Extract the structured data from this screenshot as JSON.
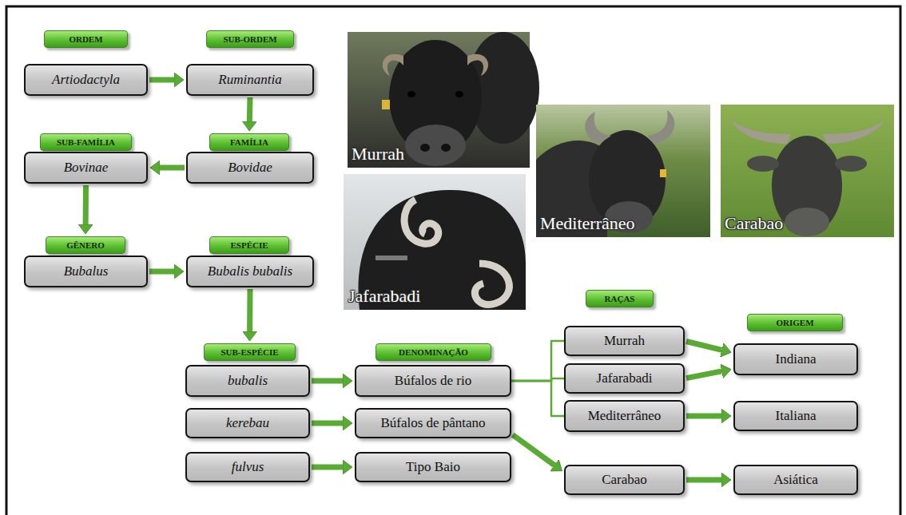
{
  "diagram": {
    "nodes": [
      {
        "text": [
          "ORDEM"
        ]
      },
      {
        "text": [
          "Artiodactyla"
        ]
      },
      {
        "text": [
          "SUB-ORDEM"
        ]
      },
      {
        "text": [
          "Ruminantia"
        ]
      },
      {
        "text": [
          "FAMÍLIA"
        ]
      },
      {
        "text": [
          "Bovidae"
        ]
      },
      {
        "text": [
          "SUB-FAMÍLIA"
        ]
      },
      {
        "text": [
          "Bovinae"
        ]
      },
      {
        "text": [
          "GÊNERO"
        ]
      },
      {
        "text": [
          "Bubalus"
        ]
      },
      {
        "text": [
          "ESPÉCIE"
        ]
      },
      {
        "text": [
          "Bubalis bubalis"
        ]
      },
      {
        "text": [
          "SUB-ESPÉCIE"
        ]
      },
      {
        "text": [
          "bubalis"
        ]
      },
      {
        "text": [
          "kerebau"
        ]
      },
      {
        "text": [
          "fulvus"
        ]
      },
      {
        "text": [
          "DENOMINAÇÃO"
        ]
      },
      {
        "text": [
          "Búfalos de rio"
        ]
      },
      {
        "text": [
          "Búfalos de pântano"
        ]
      },
      {
        "text": [
          "Tipo Baio"
        ]
      },
      {
        "text": [
          "RAÇAS"
        ]
      },
      {
        "text": [
          "Murrah"
        ]
      },
      {
        "text": [
          "Jafarabadi"
        ]
      },
      {
        "text": [
          "Mediterrâneo"
        ]
      },
      {
        "text": [
          "Carabao"
        ]
      },
      {
        "text": [
          "ORIGEM"
        ]
      },
      {
        "text": [
          "Indiana"
        ]
      },
      {
        "text": [
          "Italiana"
        ]
      },
      {
        "text": [
          "Asiática"
        ]
      }
    ],
    "edges": [
      {
        "from": 1,
        "to": 3,
        "arrow": "to"
      },
      {
        "from": 3,
        "to": 4,
        "arrow": "to"
      },
      {
        "from": 5,
        "to": 7,
        "arrow": "to"
      },
      {
        "from": 7,
        "to": 8,
        "arrow": "to"
      },
      {
        "from": 9,
        "to": 11,
        "arrow": "to"
      },
      {
        "from": 11,
        "to": 12,
        "arrow": "to"
      },
      {
        "from": 13,
        "to": 17,
        "arrow": "to"
      },
      {
        "from": 14,
        "to": 18,
        "arrow": "to"
      },
      {
        "from": 15,
        "to": 19,
        "arrow": "to"
      },
      {
        "from": 17,
        "to": 21,
        "arrow": "none"
      },
      {
        "from": 17,
        "to": 22,
        "arrow": "none"
      },
      {
        "from": 17,
        "to": 23,
        "arrow": "none"
      },
      {
        "from": 18,
        "to": 24,
        "arrow": "to"
      },
      {
        "from": 21,
        "to": 26,
        "arrow": "to"
      },
      {
        "from": 22,
        "to": 26,
        "arrow": "to"
      },
      {
        "from": 23,
        "to": 27,
        "arrow": "to"
      },
      {
        "from": 24,
        "to": 28,
        "arrow": "to"
      }
    ],
    "labels": [
      "Murrah",
      "Mediterrâneo",
      "Carabao",
      "Jafarabadi"
    ]
  }
}
